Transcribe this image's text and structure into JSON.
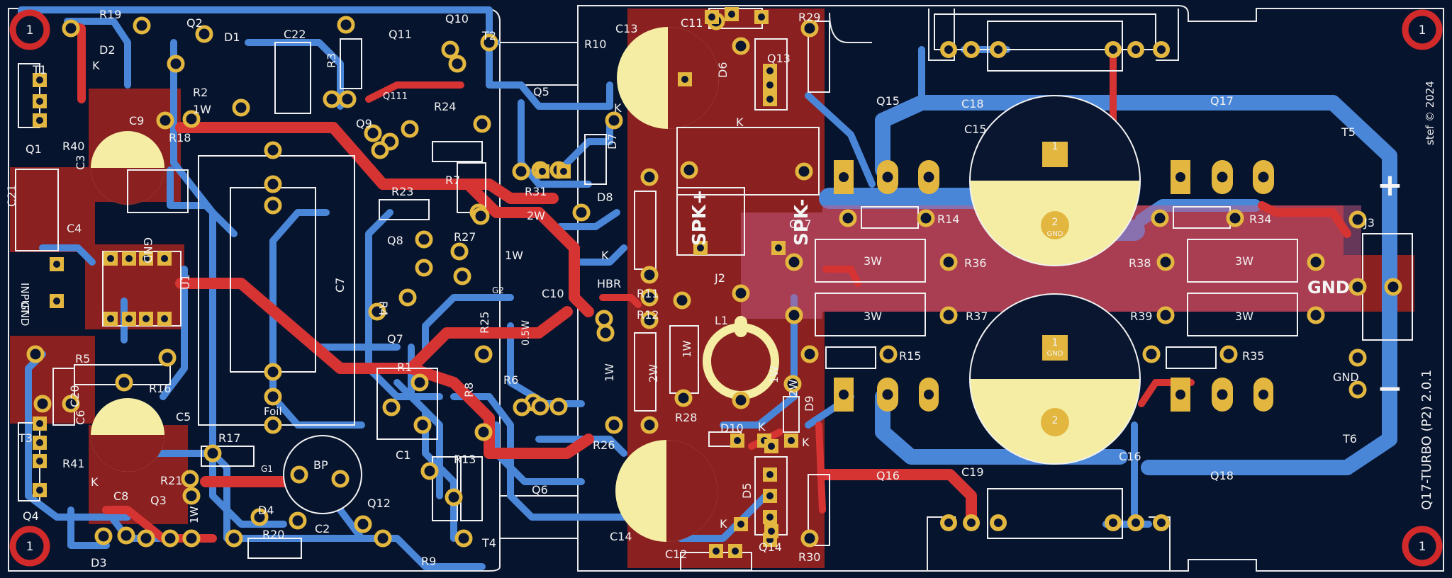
{
  "board": {
    "credit": "stef © 2024",
    "title": "Q17-TURBO (P2) 2.0.1",
    "colors": {
      "background": "#06142e",
      "front_copper": "#d13131",
      "back_copper": "#4a86d8",
      "fill_zone": "#8a2020",
      "silkscreen": "#f1f1f1",
      "pad": "#e3b73f",
      "via_ring": "#e3b73f",
      "cap_fill": "#f4eda3",
      "edge_cuts": "#f1f1f1",
      "mounting_hole": "#d22a2a"
    },
    "mounting_holes": [
      "1",
      "1",
      "1",
      "1"
    ],
    "refs": {
      "R19": "R19",
      "Q2": "Q2",
      "Q10": "Q10",
      "T2": "T2",
      "C13": "C13",
      "C11": "C11",
      "R29": "R29",
      "D2": "D2",
      "K1": "K",
      "D1": "D1",
      "C22": "C22",
      "Q11": "Q11",
      "R10": "R10",
      "Q13": "Q13",
      "T1": "T1",
      "R2": "R2",
      "W1": "1W",
      "R3": "R3",
      "Q111": "Q111",
      "Q5": "Q5",
      "D6": "D6",
      "K2": "K",
      "Q15": "Q15",
      "C18": "C18",
      "Q17": "Q17",
      "R40": "R40",
      "C9": "C9",
      "Q9": "Q9",
      "R24": "R24",
      "K3": "K",
      "C15": "C15",
      "T5": "T5",
      "Q1": "Q1",
      "R18": "R18",
      "D7": "D7",
      "C3": "C3",
      "R7": "R7",
      "R31": "R31",
      "D8": "D8",
      "C21": "C21",
      "C4": "C4",
      "R23": "R23",
      "W2": "2W",
      "C17": "C17",
      "R14": "R14",
      "R34": "R34",
      "J3": "J3",
      "GND1": "GND",
      "INPUT": "INPUT",
      "GND2": "GND",
      "Q8": "Q8",
      "R27": "R27",
      "W3": "1W",
      "K4": "K",
      "SPKP": "SPK+",
      "SPKM": "SPK-",
      "J2": "J2",
      "W3a": "3W",
      "R36": "R36",
      "R38": "R38",
      "W3b": "3W",
      "GNDbig": "GND",
      "U1": "U1",
      "C7": "C7",
      "R4": "R4",
      "HBR": "HBR",
      "G2": "G2",
      "C10": "C10",
      "R11": "R11",
      "W3c": "3W",
      "R37": "R37",
      "R39": "R39",
      "W3d": "3W",
      "R12": "R12",
      "L1": "L1",
      "R25": "R25",
      "Q7": "Q7",
      "W05": "0.5W",
      "W1b": "1W",
      "R15": "R15",
      "R35": "R35",
      "GND3": "GND",
      "R5": "R5",
      "R1": "R1",
      "R6": "R6",
      "W2b": "2W",
      "W1c": "1W",
      "C20": "C20",
      "R16": "R16",
      "C6": "C6",
      "C5": "C5",
      "Foil": "Foil",
      "R8": "R8",
      "R28": "R28",
      "D9": "D9",
      "T3": "T3",
      "R17": "R17",
      "C1": "C1",
      "D10": "D10",
      "K5": "K",
      "K6": "K",
      "C16": "C16",
      "T6": "T6",
      "R41": "R41",
      "R13": "R13",
      "R26": "R26",
      "BP": "BP",
      "G1": "G1",
      "Q6": "Q6",
      "Q16": "Q16",
      "C19": "C19",
      "Q18": "Q18",
      "K7": "K",
      "C8": "C8",
      "R21": "R21",
      "Q3": "Q3",
      "D4": "D4",
      "D5": "D5",
      "C14": "C14",
      "Q4": "Q4",
      "D3": "D3",
      "R20": "R20",
      "C2": "C2",
      "Q12": "Q12",
      "R9": "R9",
      "T4": "T4",
      "K8": "K",
      "C12": "C12",
      "R30": "R30",
      "Q14": "Q14",
      "W1d": "1W",
      "W2c": "2W",
      "W1e": "1W",
      "plus": "+",
      "minus": "−"
    },
    "pad_numbers": {
      "one": "1",
      "two": "2",
      "gnd": "GND"
    }
  }
}
